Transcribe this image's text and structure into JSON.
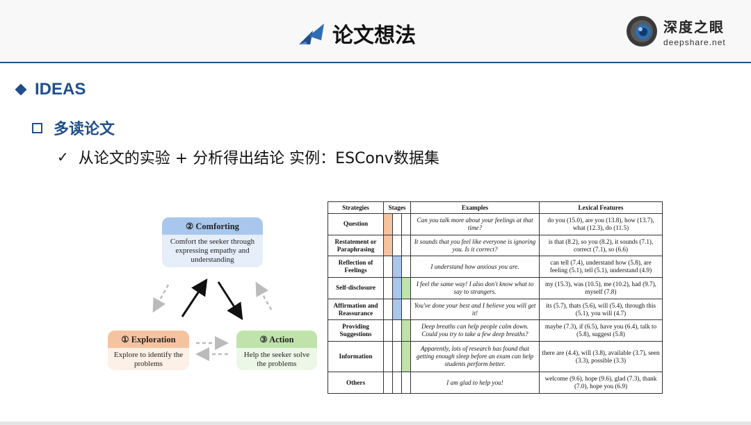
{
  "header": {
    "title": "论文想法",
    "brand_cn": "深度之眼",
    "brand_en": "deepshare.net",
    "accent_color": "#1f4e8c",
    "title_icon": "double-triangle-icon",
    "logo_icon": "eye-logo"
  },
  "content": {
    "level1": "IDEAS",
    "level2": "多读论文",
    "level3": "从论文的实验 + 分析得出结论 实例：ESConv数据集"
  },
  "diagram": {
    "comforting": {
      "title": "② Comforting",
      "body": "Comfort the seeker through expressing empathy and understanding",
      "color": "#a9c7ec"
    },
    "exploration": {
      "title": "① Exploration",
      "body": "Explore to identify the problems",
      "color": "#f6c3a0"
    },
    "action": {
      "title": "③ Action",
      "body": "Help the seeker solve the problems",
      "color": "#bfe3ab"
    }
  },
  "table": {
    "headers": [
      "Strategies",
      "Stages",
      "Examples",
      "Lexical Features"
    ],
    "stage_colors": [
      "#f6c3a0",
      "#a9c7ec",
      "#bfe3ab"
    ],
    "rows": [
      {
        "strategy": "Question",
        "stages": [
          1,
          0,
          0
        ],
        "example": "Can you talk more about your feelings at that time?",
        "features": "do you (15.0), are you (13.8), how (13.7), what (12.3), do (11.5)"
      },
      {
        "strategy": "Restatement or Paraphrasing",
        "stages": [
          1,
          0,
          0
        ],
        "example": "It sounds that you feel like everyone is ignoring you. Is it correct?",
        "features": "is that (8.2), so you (8.2), it sounds (7.1), correct (7.1), so (6.6)"
      },
      {
        "strategy": "Reflection of Feelings",
        "stages": [
          0,
          1,
          0
        ],
        "example": "I understand how anxious you are.",
        "features": "can tell (7.4), understand how (5.8), are feeling (5.1), tell (5.1), understand (4.9)"
      },
      {
        "strategy": "Self-disclosure",
        "stages": [
          0,
          1,
          1
        ],
        "example": "I feel the same way! I also don't know what to say to strangers.",
        "features": "my (15.3), was (10.5), me (10.2), had (9.7), myself (7.8)"
      },
      {
        "strategy": "Affirmation and Reassurance",
        "stages": [
          0,
          1,
          0
        ],
        "example": "You've done your best and I believe you will get it!",
        "features": "its (5.7), thats (5.6), will (5.4), through this (5.1), you will (4.7)"
      },
      {
        "strategy": "Providing Suggestions",
        "stages": [
          0,
          0,
          1
        ],
        "example": "Deep breaths can help people calm down. Could you try to take a few deep breaths?",
        "features": "maybe (7.3), if (6.5), have you (6.4), talk to (5.8), suggest (5.8)"
      },
      {
        "strategy": "Information",
        "stages": [
          0,
          0,
          1
        ],
        "example": "Apparently, lots of research has found that getting enough sleep before an exam can help students perform better.",
        "features": "there are (4.4), will (3.8), available (3.7), seen (3.3), possible (3.3)"
      },
      {
        "strategy": "Others",
        "stages": [
          0,
          0,
          0
        ],
        "example": "I am glad to help you!",
        "features": "welcome (9.6), hope (9.6), glad (7.3), thank (7.0), hope you (6.9)"
      }
    ]
  }
}
